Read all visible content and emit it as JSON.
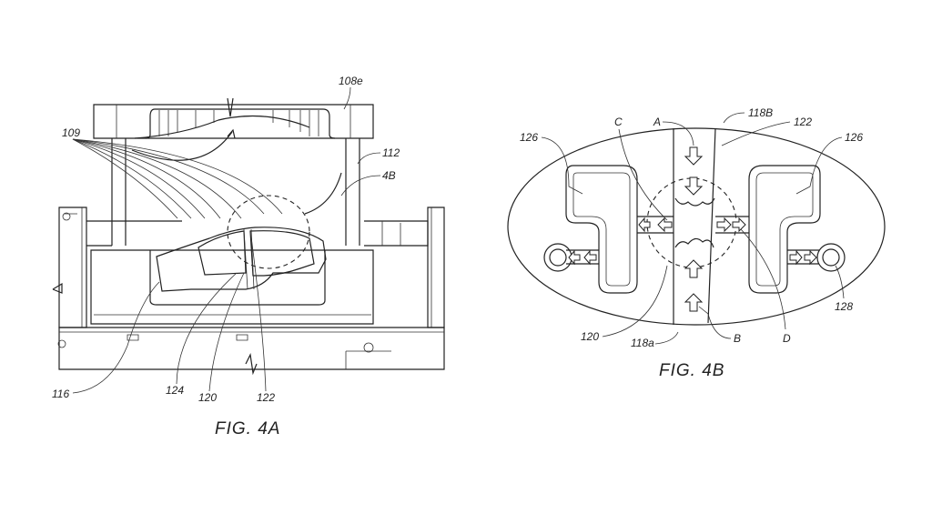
{
  "fig4a": {
    "caption": "FIG. 4A",
    "labels": {
      "l108e": "108e",
      "l109": "109",
      "l112": "112",
      "l4B": "4B",
      "l116": "116",
      "l124": "124",
      "l120": "120",
      "l122": "122"
    }
  },
  "fig4b": {
    "caption": "FIG. 4B",
    "labels": {
      "l126left": "126",
      "l126right": "126",
      "lC": "C",
      "lA": "A",
      "l118B": "118B",
      "l122": "122",
      "l128": "128",
      "l120": "120",
      "l118a": "118a",
      "lB": "B",
      "lD": "D"
    }
  }
}
